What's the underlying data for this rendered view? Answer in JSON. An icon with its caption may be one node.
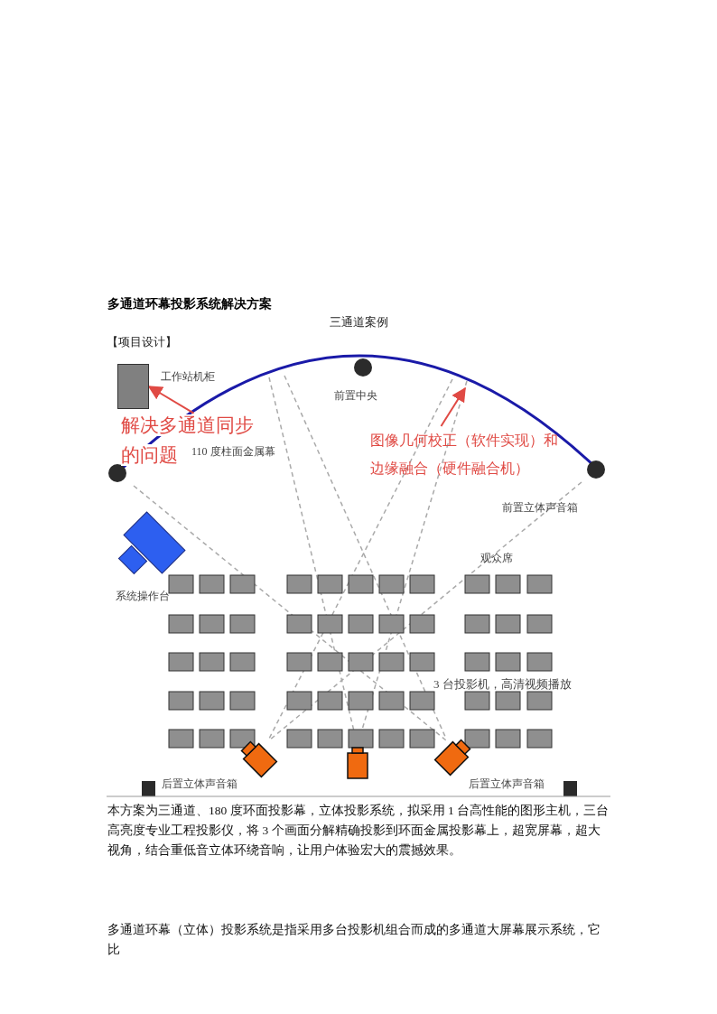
{
  "diagram": {
    "title": "多通道环幕投影系统解决方案",
    "nodes": [
      {
        "text": [],
        "shape": "box"
      },
      {
        "text": [
          "解决多通道同步的问题"
        ]
      },
      {
        "text": [
          "图像几何校正（软件实现）和边缘融合（硬件融合机）"
        ]
      }
    ],
    "edges": [
      {
        "from": 1,
        "to": 0,
        "arrow": "to"
      },
      {
        "from": 2,
        "to": null,
        "arrow": "to"
      }
    ],
    "labels": [
      "三通道案例",
      "【项目设计】",
      "工作站机柜",
      "前置中央",
      "110 度柱面金属幕",
      "前置立体声音箱",
      "观众席",
      "系统操作台",
      "3 台投影机，高清视频播放",
      "后置立体声音箱",
      "后置立体声音箱",
      "本方案为三通道、180 度环面投影幕，立体投影系统，拟采用 1 台高性能的图形主机，三台高亮度专业工程投影仪，将 3 个画面分解精确投影到环面金属投影幕上，超宽屏幕，超大视角，结合重低音立体环绕音响，让用户体验宏大的震撼效果。",
      "多通道环幕（立体）投影系统是指采用多台投影机组合而成的多通道大屏幕展示系统，它比"
    ]
  }
}
